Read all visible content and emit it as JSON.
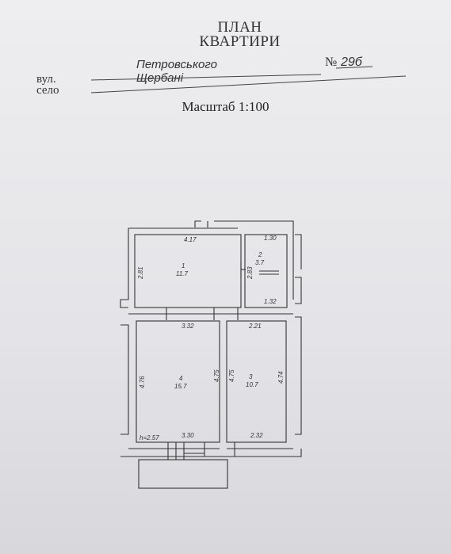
{
  "header": {
    "title_line1": "ПЛАН",
    "title_line2": "КВАРТИРИ",
    "street_label": "вул.",
    "village_label": "село",
    "street_value": "Петровського",
    "village_value": "Щербані",
    "number_label": "№",
    "number_value": "29б",
    "scale": "Масштаб 1:100"
  },
  "plan": {
    "height_note": "h=2.57",
    "rooms": [
      {
        "number": "1",
        "area": "11.7",
        "width_top": "4.17",
        "height_side": "2.81",
        "height_side_right": "2.83"
      },
      {
        "number": "2",
        "area": "3.7",
        "width_top": "1.30",
        "width_bottom": "1.32"
      },
      {
        "number": "3",
        "area": "10.7",
        "width_top": "2.21",
        "width_bottom": "2.32",
        "height_left": "4.75",
        "height_right": "4.74"
      },
      {
        "number": "4",
        "area": "15.7",
        "width_top": "3.32",
        "width_bottom": "3.30",
        "height_left": "4.76",
        "height_right": "4.75"
      }
    ]
  }
}
